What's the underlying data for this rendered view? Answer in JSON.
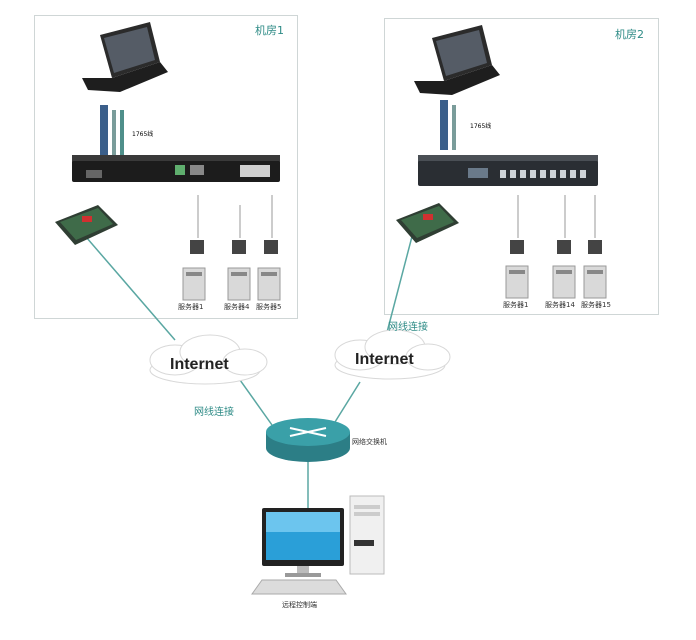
{
  "room1": {
    "title": "机房1",
    "cable_label": "1765线",
    "servers": [
      "服务器1",
      "服务器4",
      "服务器5"
    ]
  },
  "room2": {
    "title": "机房2",
    "cable_label": "1765线",
    "servers": [
      "服务器1",
      "服务器14",
      "服务器15"
    ]
  },
  "internet_left": "Internet",
  "internet_right": "Internet",
  "link_left": "网线连接",
  "link_right": "网线连接",
  "switch_label": "网络交换机",
  "remote_label": "远程控制端",
  "colors": {
    "link": "#5aa7a2",
    "label": "#2e8b86"
  }
}
